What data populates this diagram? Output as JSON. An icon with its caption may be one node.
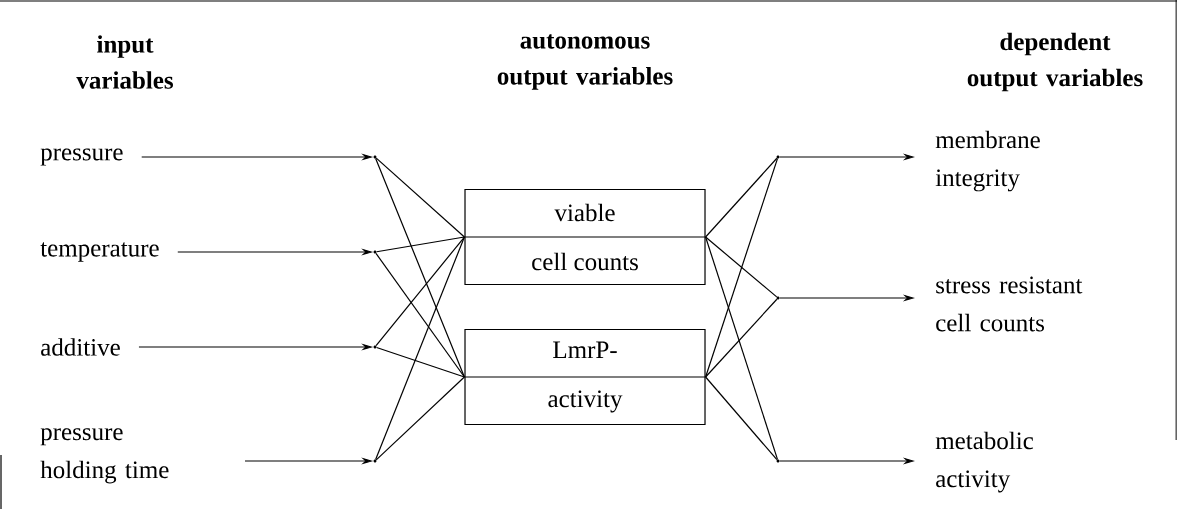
{
  "diagram": {
    "nodes": [
      {
        "text": [
          "pressure"
        ]
      },
      {
        "text": [
          "temperature"
        ]
      },
      {
        "text": [
          "additive"
        ]
      },
      {
        "text": [
          "pressure holding time"
        ]
      },
      {
        "text": [],
        "shape": "point"
      },
      {
        "text": [],
        "shape": "point"
      },
      {
        "text": [],
        "shape": "point"
      },
      {
        "text": [],
        "shape": "point"
      },
      {
        "text": [
          "viable",
          "cell counts"
        ]
      },
      {
        "text": [
          "LmrP-",
          "activity"
        ]
      },
      {
        "text": [],
        "shape": "point"
      },
      {
        "text": [],
        "shape": "point"
      },
      {
        "text": [],
        "shape": "point"
      },
      {
        "text": [
          "membrane integrity"
        ]
      },
      {
        "text": [
          "stress resistant cell counts"
        ]
      },
      {
        "text": [
          "metabolic activity"
        ]
      }
    ],
    "edges": [
      {
        "from": 0,
        "to": 4,
        "arrow": "to"
      },
      {
        "from": 1,
        "to": 5,
        "arrow": "to"
      },
      {
        "from": 2,
        "to": 6,
        "arrow": "to"
      },
      {
        "from": 3,
        "to": 7,
        "arrow": "to"
      },
      {
        "from": 4,
        "to": 8,
        "arrow": "none"
      },
      {
        "from": 4,
        "to": 9,
        "arrow": "none"
      },
      {
        "from": 5,
        "to": 8,
        "arrow": "none"
      },
      {
        "from": 5,
        "to": 9,
        "arrow": "none"
      },
      {
        "from": 6,
        "to": 8,
        "arrow": "none"
      },
      {
        "from": 6,
        "to": 9,
        "arrow": "none"
      },
      {
        "from": 7,
        "to": 8,
        "arrow": "none"
      },
      {
        "from": 7,
        "to": 9,
        "arrow": "none"
      },
      {
        "from": 8,
        "to": 10,
        "arrow": "none"
      },
      {
        "from": 8,
        "to": 11,
        "arrow": "none"
      },
      {
        "from": 8,
        "to": 12,
        "arrow": "none"
      },
      {
        "from": 9,
        "to": 10,
        "arrow": "none"
      },
      {
        "from": 9,
        "to": 11,
        "arrow": "none"
      },
      {
        "from": 9,
        "to": 12,
        "arrow": "none"
      },
      {
        "from": 10,
        "to": 13,
        "arrow": "to"
      },
      {
        "from": 11,
        "to": 14,
        "arrow": "to"
      },
      {
        "from": 12,
        "to": 15,
        "arrow": "to"
      }
    ],
    "labels": [
      "input variables",
      "autonomous output variables",
      "dependent output variables"
    ]
  }
}
